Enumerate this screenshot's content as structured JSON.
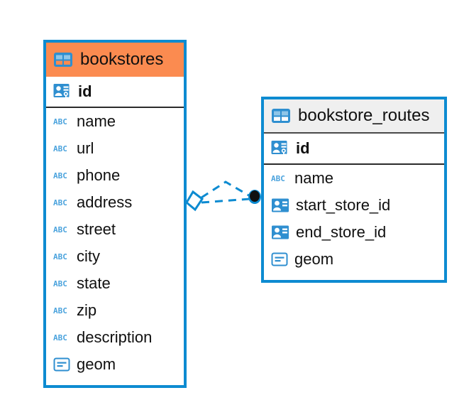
{
  "diagram": {
    "type": "entity-relationship-diagram",
    "accent_color": "#fb8b50",
    "line_color": "#0d8bd1",
    "background": "#ffffff",
    "entities": [
      {
        "name": "bookstores",
        "header_style": "accent",
        "header_icon": "table-icon",
        "fields": [
          {
            "name": "id",
            "icon": "primary-key-icon",
            "type_hint": "key"
          },
          {
            "name": "name",
            "icon": "abc-text-icon",
            "type_hint": "text"
          },
          {
            "name": "url",
            "icon": "abc-text-icon",
            "type_hint": "text"
          },
          {
            "name": "phone",
            "icon": "abc-text-icon",
            "type_hint": "text"
          },
          {
            "name": "address",
            "icon": "abc-text-icon",
            "type_hint": "text"
          },
          {
            "name": "street",
            "icon": "abc-text-icon",
            "type_hint": "text"
          },
          {
            "name": "city",
            "icon": "abc-text-icon",
            "type_hint": "text"
          },
          {
            "name": "state",
            "icon": "abc-text-icon",
            "type_hint": "text"
          },
          {
            "name": "zip",
            "icon": "abc-text-icon",
            "type_hint": "text"
          },
          {
            "name": "description",
            "icon": "abc-text-icon",
            "type_hint": "text"
          },
          {
            "name": "geom",
            "icon": "geometry-icon",
            "type_hint": "geometry"
          }
        ]
      },
      {
        "name": "bookstore_routes",
        "header_style": "plain",
        "header_icon": "table-icon",
        "fields": [
          {
            "name": "id",
            "icon": "primary-key-icon",
            "type_hint": "key"
          },
          {
            "name": "name",
            "icon": "abc-text-icon",
            "type_hint": "text"
          },
          {
            "name": "start_store_id",
            "icon": "foreign-key-icon",
            "type_hint": "reference"
          },
          {
            "name": "end_store_id",
            "icon": "foreign-key-icon",
            "type_hint": "reference"
          },
          {
            "name": "geom",
            "icon": "geometry-icon",
            "type_hint": "geometry"
          }
        ]
      }
    ],
    "relationship": {
      "style": "dashed",
      "source_marker": "hollow-diamond",
      "target_marker": "filled-dot",
      "color": "#0d8bd1"
    }
  }
}
